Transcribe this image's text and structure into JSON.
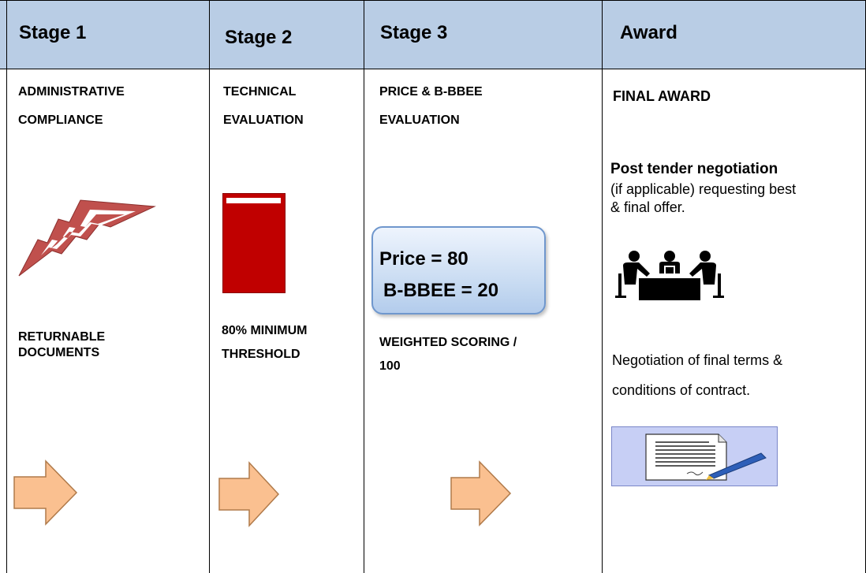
{
  "headers": [
    "Stage 1",
    "Stage 2",
    "Stage 3",
    "Award"
  ],
  "stage1": {
    "title_line1": "ADMINISTRATIVE",
    "title_line2": "COMPLIANCE",
    "bottom_line1": "RETURNABLE",
    "bottom_line2": "DOCUMENTS"
  },
  "stage2": {
    "title_line1": "TECHNICAL",
    "title_line2": "EVALUATION",
    "bottom_line1": "80% MINIMUM",
    "bottom_line2": "THRESHOLD",
    "threshold_fill_fraction": 0.8
  },
  "stage3": {
    "title_line1": "PRICE & B-BBEE",
    "title_line2": "EVALUATION",
    "box_line1": "Price = 80",
    "box_line2": "B-BBEE = 20",
    "bottom_line1": "WEIGHTED SCORING /",
    "bottom_line2": "100"
  },
  "award": {
    "title": "FINAL AWARD",
    "negotiation_heading": "Post tender negotiation",
    "negotiation_line1": "(if applicable) requesting best",
    "negotiation_line2": "& final offer.",
    "terms_line1": "Negotiation of final terms &",
    "terms_line2": "conditions of contract."
  },
  "colors": {
    "header_bg": "#b9cde5",
    "arrow_fill": "#fac090",
    "bar_red": "#c00000",
    "lightning": "#c0504d",
    "box_border": "#6f97cd"
  }
}
